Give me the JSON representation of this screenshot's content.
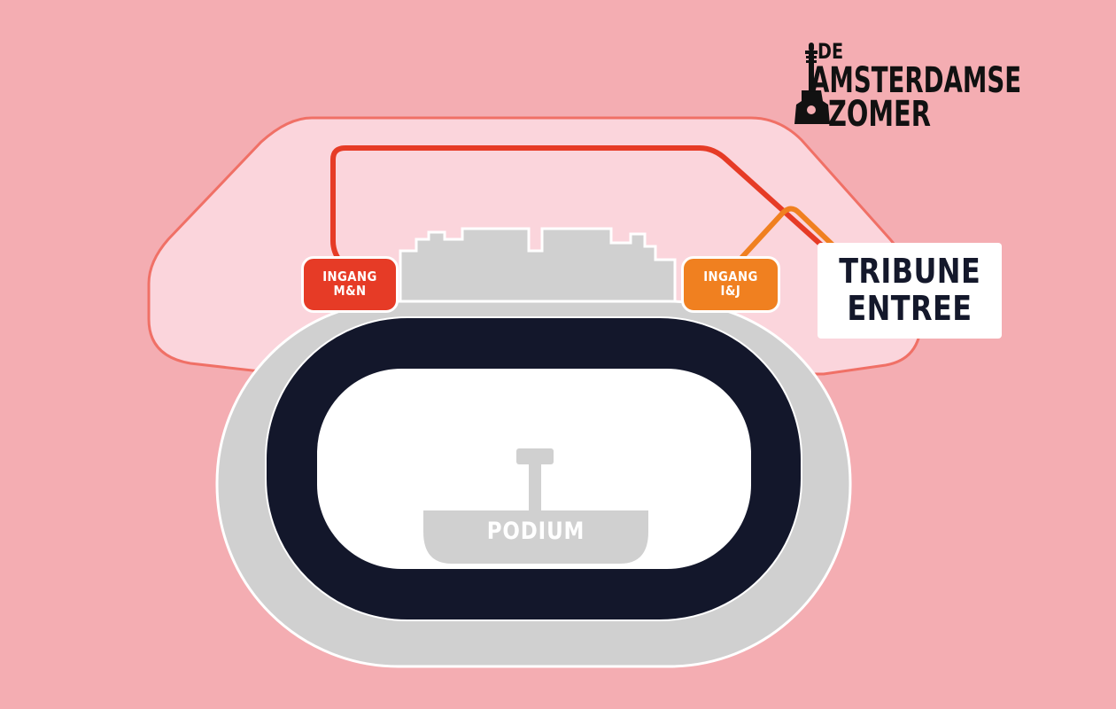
{
  "logo": {
    "line1": "DE",
    "line2": "AMSTERDAMSE",
    "line3": "ZOMER",
    "icon": "guitar-icon"
  },
  "map": {
    "colors": {
      "background": "#f4adb2",
      "concourse_fill": "#fbd5dc",
      "concourse_stroke": "#f07066",
      "stands": "#d0d0d0",
      "track": "#13172b",
      "field": "#ffffff",
      "route_mn": "#e63b26",
      "route_ij": "#f08020",
      "tribune_text": "#14182b"
    },
    "gates": [
      {
        "id": "mn",
        "line1": "INGANG",
        "line2": "M&N",
        "color": "#e63b26"
      },
      {
        "id": "ij",
        "line1": "INGANG",
        "line2": "I&J",
        "color": "#f08020"
      }
    ],
    "tribune": {
      "line1": "TRIBUNE",
      "line2": "ENTREE"
    },
    "podium": {
      "label": "PODIUM"
    }
  }
}
